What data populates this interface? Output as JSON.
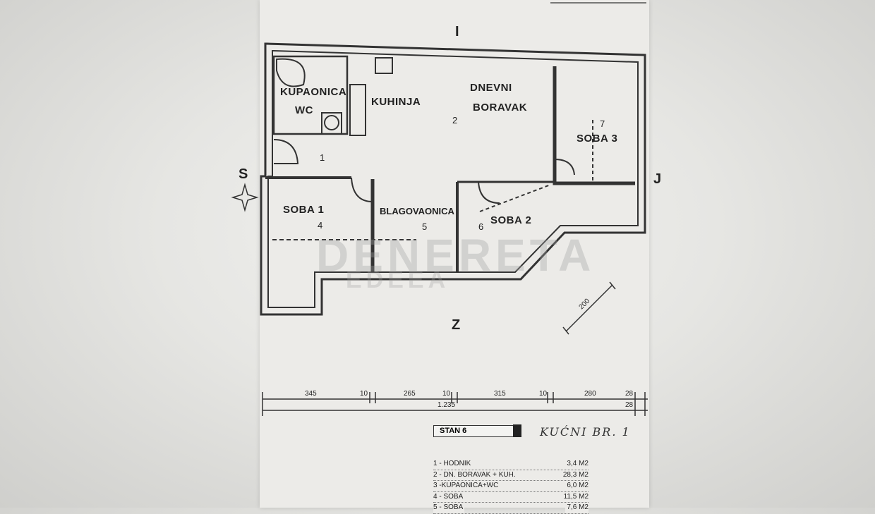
{
  "orientation": {
    "north": "I",
    "west": "S",
    "east": "J",
    "south": "Z"
  },
  "rooms": [
    {
      "name": "KUPAONICA",
      "name2": "WC"
    },
    {
      "name": "KUHINJA"
    },
    {
      "name": "DNEVNI",
      "name2": "BORAVAK",
      "number": "2"
    },
    {
      "name": "SOBA 3",
      "number": "7"
    },
    {
      "number": "1"
    },
    {
      "name": "SOBA 1",
      "number": "4"
    },
    {
      "name": "BLAGOVAONICA",
      "number": "5"
    },
    {
      "name": "SOBA 2",
      "number": "6"
    }
  ],
  "scale_note": "200",
  "dimensions": [
    "345",
    "10",
    "265",
    "10",
    "315",
    "10",
    "280",
    "28",
    "28",
    "1.235"
  ],
  "watermark": {
    "line1": "DENERETA",
    "line2": "EDEEA"
  },
  "stan_label": "STAN 6",
  "handwritten": "KUĆNI BR. 1",
  "legend": [
    {
      "item": "1 - HODNIK",
      "area": "3,4 M2"
    },
    {
      "item": "2 - DN. BORAVAK + KUH.",
      "area": "28,3 M2"
    },
    {
      "item": "3 -KUPAONICA+WC",
      "area": "6,0 M2"
    },
    {
      "item": "4 - SOBA",
      "area": "11,5 M2"
    },
    {
      "item": "5 - SOBA",
      "area": "7,6 M2"
    }
  ]
}
